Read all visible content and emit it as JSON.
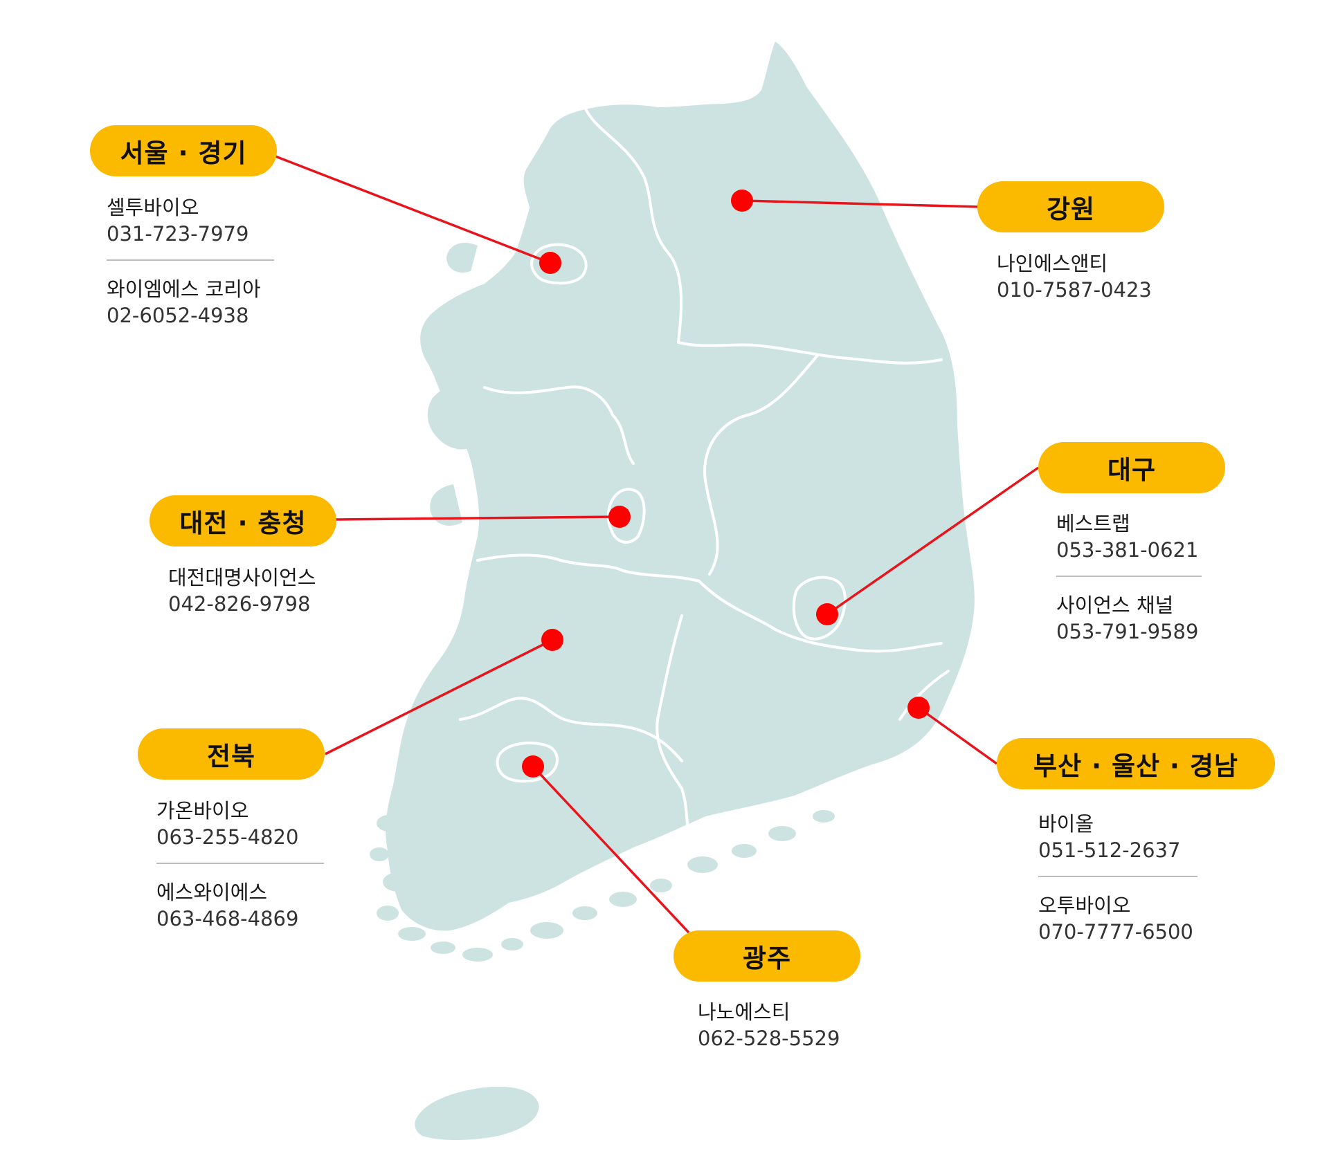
{
  "theme": {
    "pill_color": "#fbb900",
    "connector_color": "#e8141c",
    "marker_color": "#ff0000",
    "land_color": "#cde3e1",
    "border_color": "#ffffff"
  },
  "regions": [
    {
      "id": "seoul-gyeonggi",
      "label": "서울 · 경기",
      "contacts": [
        {
          "name": "셀투바이오",
          "phone": "031-723-7979"
        },
        {
          "name": "와이엠에스 코리아",
          "phone": "02-6052-4938"
        }
      ]
    },
    {
      "id": "gangwon",
      "label": "강원",
      "contacts": [
        {
          "name": "나인에스앤티",
          "phone": "010-7587-0423"
        }
      ]
    },
    {
      "id": "daejeon-chungcheong",
      "label": "대전 · 충청",
      "contacts": [
        {
          "name": "대전대명사이언스",
          "phone": "042-826-9798"
        }
      ]
    },
    {
      "id": "daegu",
      "label": "대구",
      "contacts": [
        {
          "name": "베스트랩",
          "phone": "053-381-0621"
        },
        {
          "name": "사이언스 채널",
          "phone": "053-791-9589"
        }
      ]
    },
    {
      "id": "jeonbuk",
      "label": "전북",
      "contacts": [
        {
          "name": "가온바이오",
          "phone": "063-255-4820"
        },
        {
          "name": "에스와이에스",
          "phone": "063-468-4869"
        }
      ]
    },
    {
      "id": "busan-ulsan-gyeongnam",
      "label": "부산 · 울산 · 경남",
      "contacts": [
        {
          "name": "바이올",
          "phone": "051-512-2637"
        },
        {
          "name": "오투바이오",
          "phone": "070-7777-6500"
        }
      ]
    },
    {
      "id": "gwangju",
      "label": "광주",
      "contacts": [
        {
          "name": "나노에스티",
          "phone": "062-528-5529"
        }
      ]
    }
  ]
}
